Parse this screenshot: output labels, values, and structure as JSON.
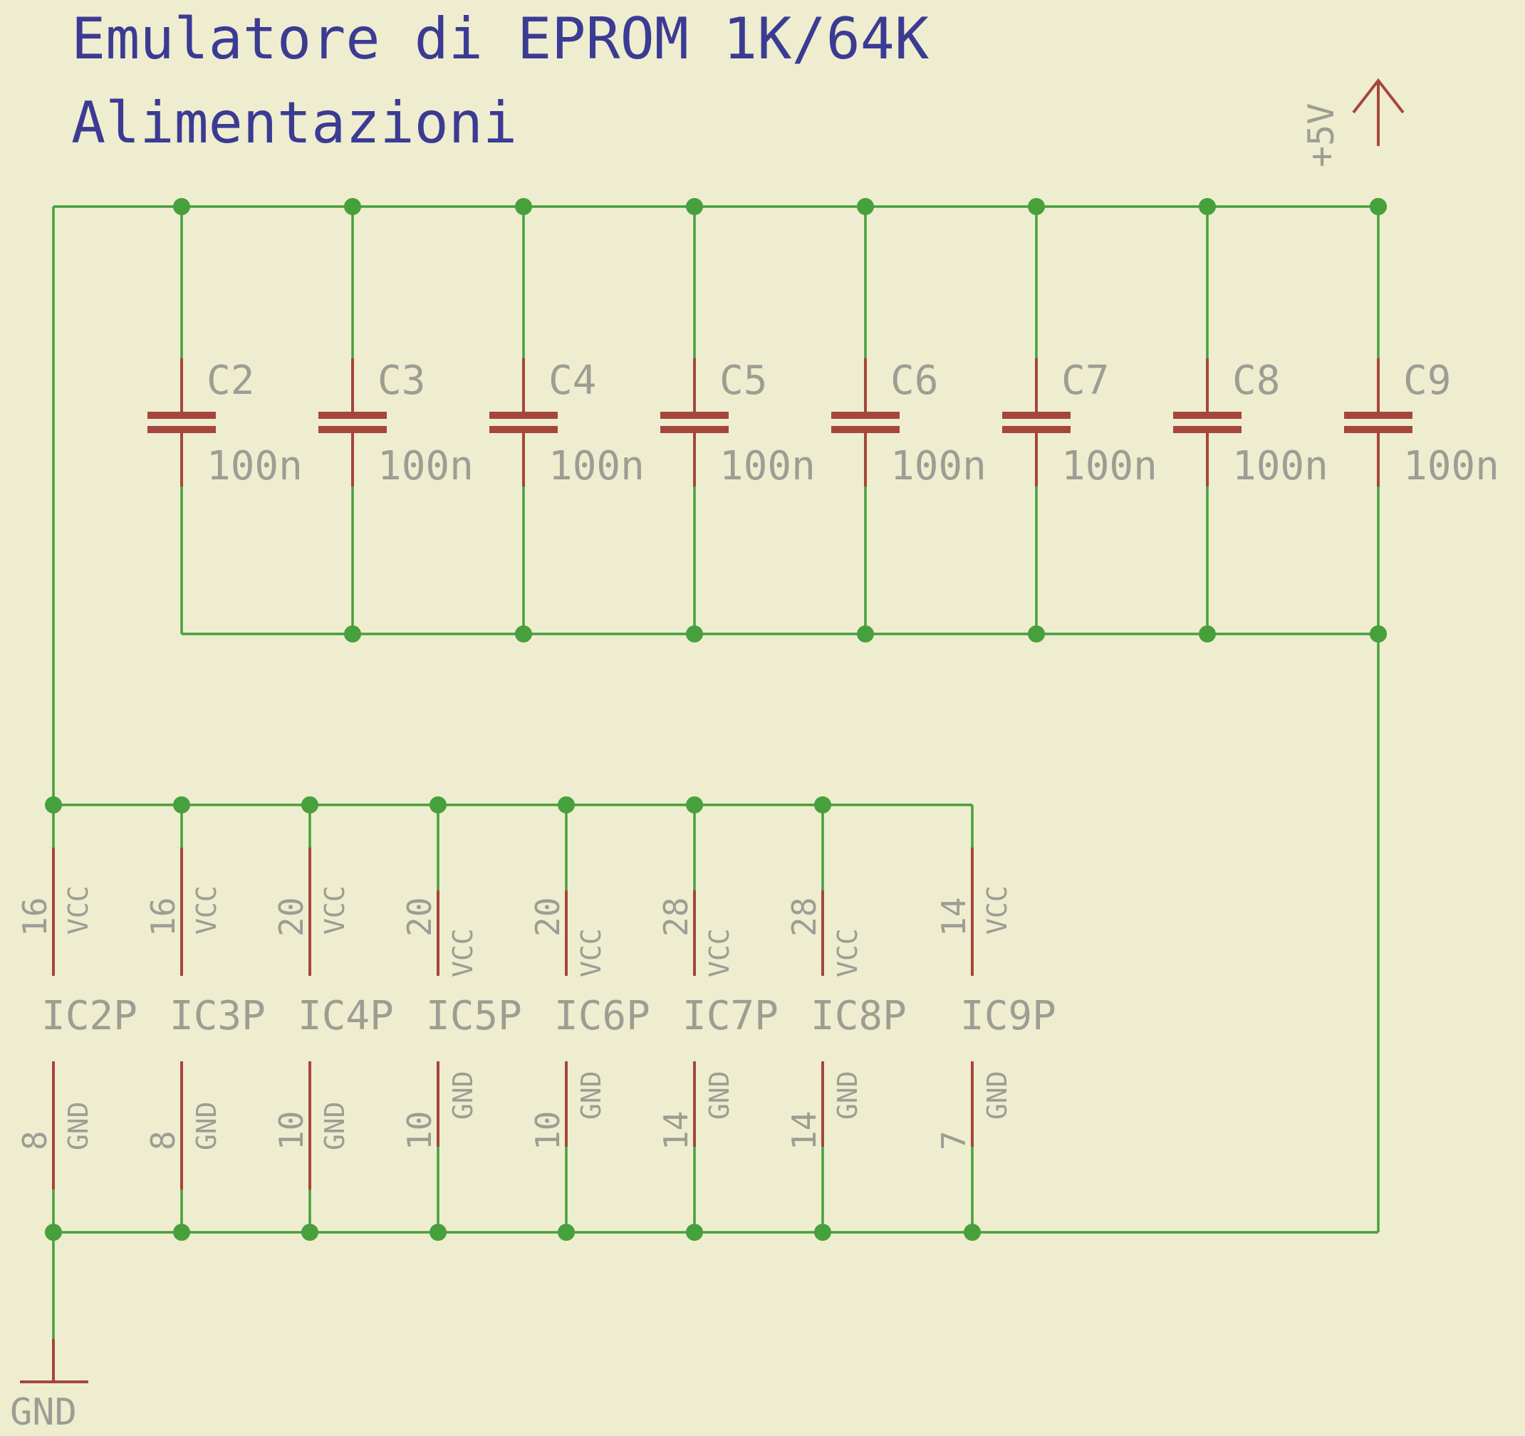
{
  "title_line1": "Emulatore di EPROM 1K/64K",
  "title_line2": "Alimentazioni",
  "supply": {
    "label": "+5V",
    "color": "#a5463c"
  },
  "ground": {
    "label": "GND"
  },
  "colors": {
    "background": "#efedcf",
    "wire": "#46a03c",
    "component": "#a5463c",
    "text": "#9d9d94",
    "title": "#3b3b94"
  },
  "capacitors": [
    {
      "ref": "C2",
      "value": "100n"
    },
    {
      "ref": "C3",
      "value": "100n"
    },
    {
      "ref": "C4",
      "value": "100n"
    },
    {
      "ref": "C5",
      "value": "100n"
    },
    {
      "ref": "C6",
      "value": "100n"
    },
    {
      "ref": "C7",
      "value": "100n"
    },
    {
      "ref": "C8",
      "value": "100n"
    },
    {
      "ref": "C9",
      "value": "100n"
    }
  ],
  "ics": [
    {
      "name": "IC2P",
      "vcc_pin": "16",
      "vcc_label": "VCC",
      "gnd_pin": "8",
      "gnd_label": "GND"
    },
    {
      "name": "IC3P",
      "vcc_pin": "16",
      "vcc_label": "VCC",
      "gnd_pin": "8",
      "gnd_label": "GND"
    },
    {
      "name": "IC4P",
      "vcc_pin": "20",
      "vcc_label": "VCC",
      "gnd_pin": "10",
      "gnd_label": "GND"
    },
    {
      "name": "IC5P",
      "vcc_pin": "20",
      "vcc_label": "VCC",
      "gnd_pin": "10",
      "gnd_label": "GND"
    },
    {
      "name": "IC6P",
      "vcc_pin": "20",
      "vcc_label": "VCC",
      "gnd_pin": "10",
      "gnd_label": "GND"
    },
    {
      "name": "IC7P",
      "vcc_pin": "28",
      "vcc_label": "VCC",
      "gnd_pin": "14",
      "gnd_label": "GND"
    },
    {
      "name": "IC8P",
      "vcc_pin": "28",
      "vcc_label": "VCC",
      "gnd_pin": "14",
      "gnd_label": "GND"
    },
    {
      "name": "IC9P",
      "vcc_pin": "14",
      "vcc_label": "VCC",
      "gnd_pin": "7",
      "gnd_label": "GND"
    }
  ]
}
